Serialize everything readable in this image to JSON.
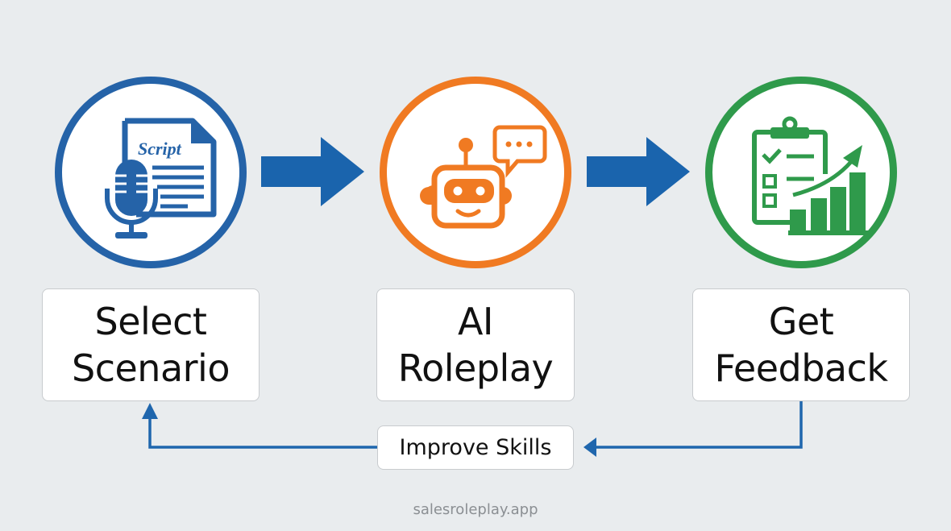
{
  "diagram": {
    "steps": [
      {
        "label_line1": "Select",
        "label_line2": "Scenario",
        "icon": "script-microphone-icon",
        "icon_text": "Script",
        "color": "#2563a8"
      },
      {
        "label_line1": "AI",
        "label_line2": "Roleplay",
        "icon": "robot-chat-icon",
        "color": "#f07a22"
      },
      {
        "label_line1": "Get",
        "label_line2": "Feedback",
        "icon": "clipboard-chart-icon",
        "color": "#2f9a4b"
      }
    ],
    "flow_arrows": [
      "step1-to-step2",
      "step2-to-step3"
    ],
    "loop": {
      "label": "Improve Skills",
      "color": "#1f66ad"
    },
    "arrow_color": "#1a64ad"
  },
  "footer": {
    "text": "salesroleplay.app"
  }
}
